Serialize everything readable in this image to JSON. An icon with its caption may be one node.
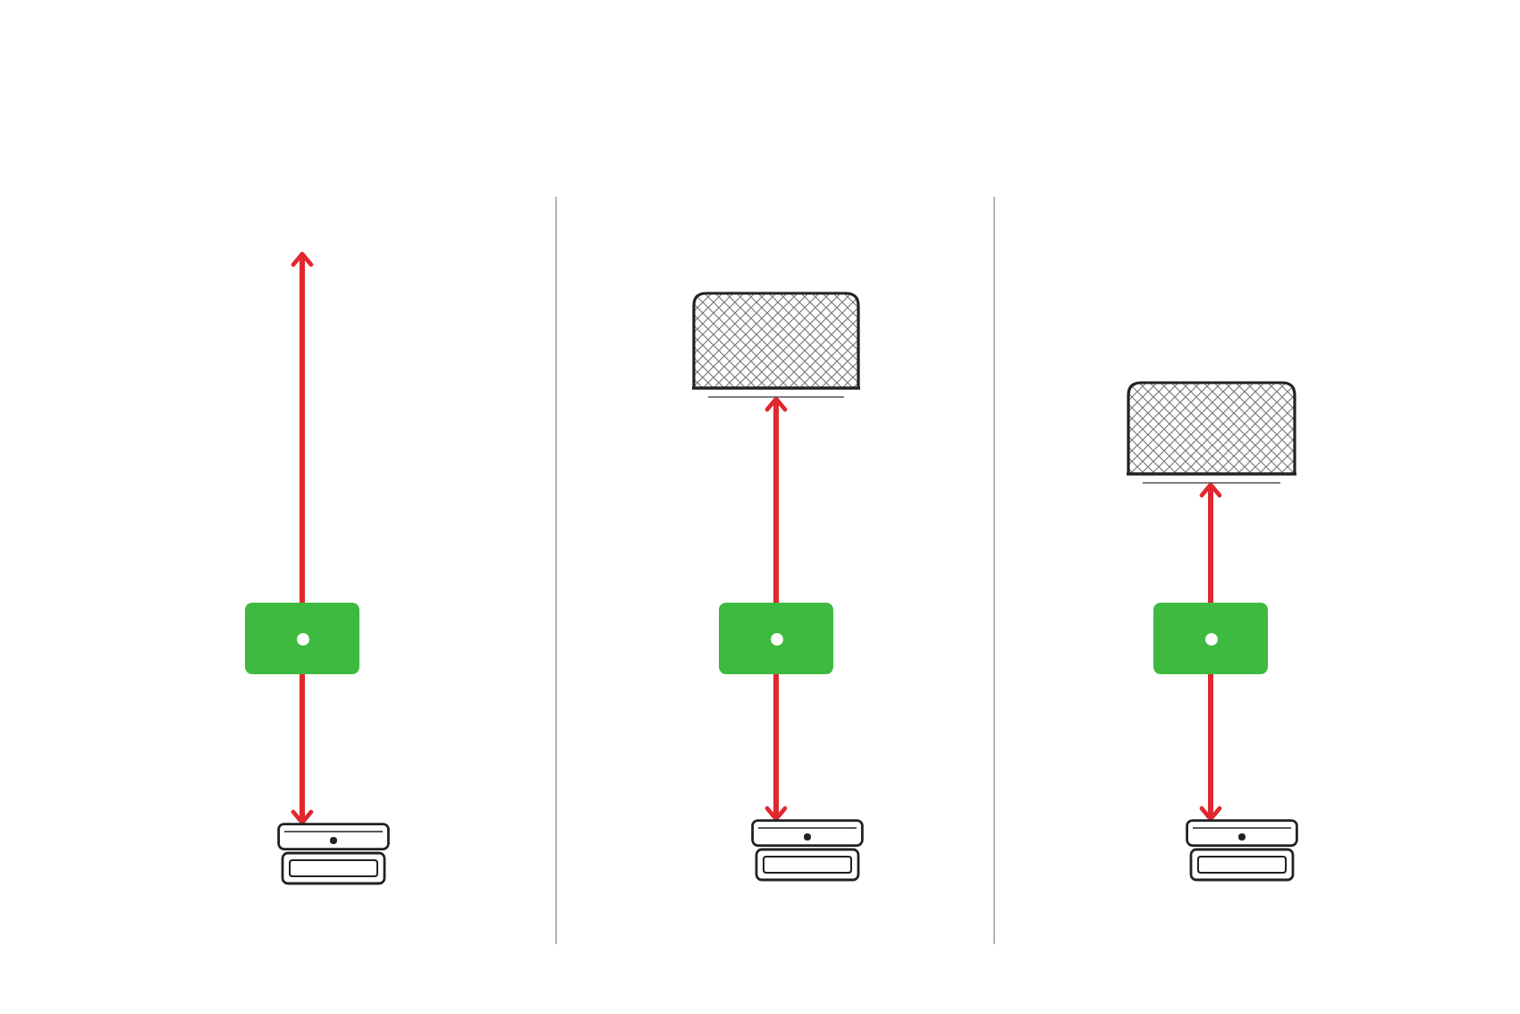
{
  "diagram": {
    "nodes": [
      {
        "text": [],
        "shape": "box"
      },
      {
        "text": [],
        "shape": "picture"
      },
      {
        "text": [],
        "shape": "box"
      },
      {
        "text": [],
        "shape": "box"
      },
      {
        "text": [],
        "shape": "picture"
      },
      {
        "text": [],
        "shape": "box"
      },
      {
        "text": [],
        "shape": "box"
      },
      {
        "text": [],
        "shape": "picture"
      }
    ],
    "edges": [
      {
        "from": 0,
        "to": null,
        "arrow": "to"
      },
      {
        "from": 0,
        "to": 1,
        "arrow": "to"
      },
      {
        "from": 3,
        "to": 2,
        "arrow": "to"
      },
      {
        "from": 3,
        "to": 4,
        "arrow": "to"
      },
      {
        "from": 6,
        "to": 5,
        "arrow": "to"
      },
      {
        "from": 6,
        "to": 7,
        "arrow": "to"
      }
    ]
  }
}
